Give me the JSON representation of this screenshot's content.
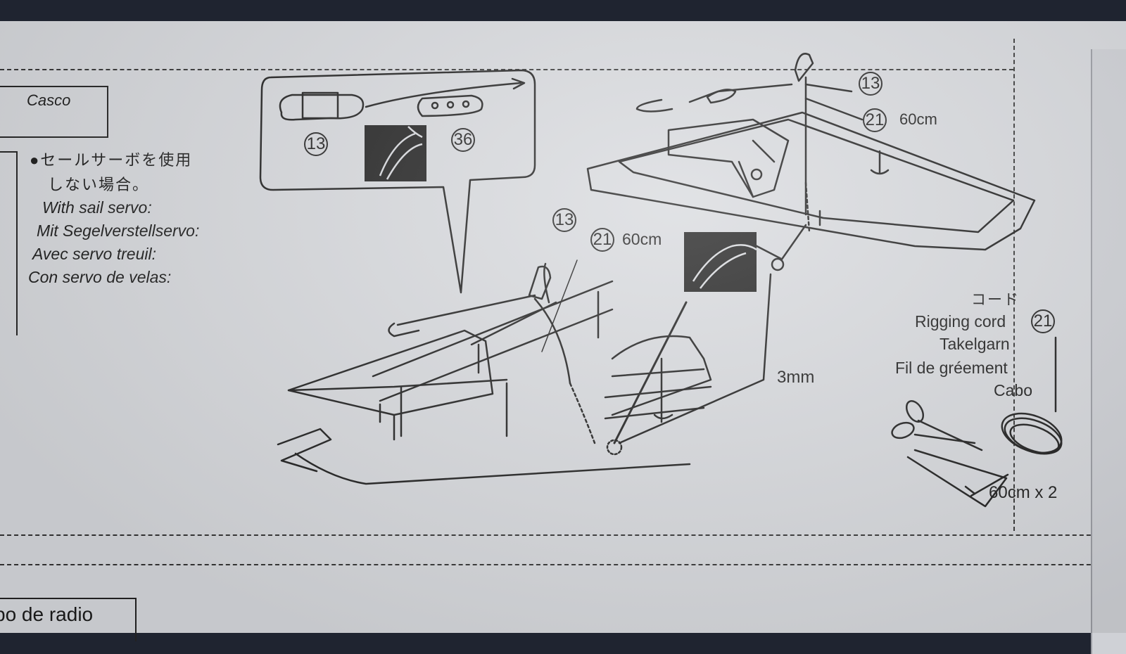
{
  "section_label": "Casco",
  "instructions": {
    "jp_line1": "●セールサーボを使用",
    "jp_line2": "しない場合。",
    "en": "With sail servo:",
    "de": "Mit Segelverstellservo:",
    "fr": "Avec servo treuil:",
    "es": "Con servo de velas:"
  },
  "parts": {
    "p13": "13",
    "p21": "21",
    "p36": "36",
    "len_60cm": "60cm",
    "len_3mm": "3mm"
  },
  "cord_legend": {
    "jp": "コード",
    "en": "Rigging cord",
    "de": "Takelgarn",
    "fr": "Fil de gréement",
    "es": "Cabo",
    "cut": "60cm x 2"
  },
  "footer_label": "po de radio"
}
